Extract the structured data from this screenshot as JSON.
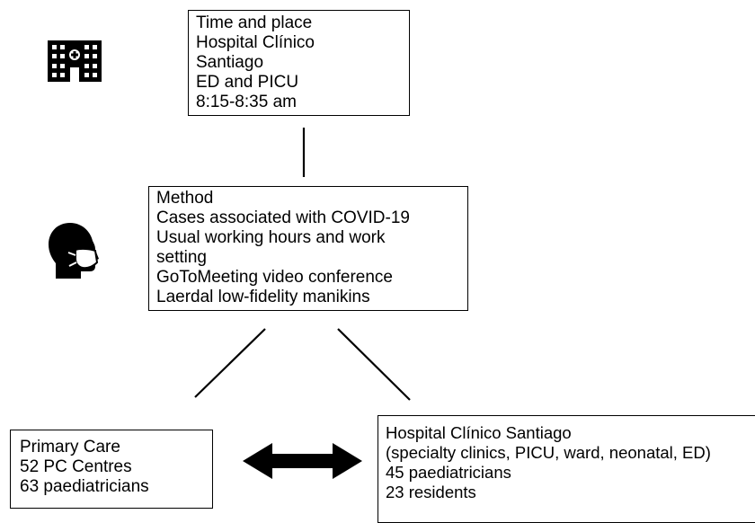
{
  "boxes": {
    "time_place": {
      "lines": [
        "Time and place",
        "Hospital Clínico",
        "Santiago",
        "ED and PICU",
        "8:15-8:35 am"
      ]
    },
    "method": {
      "lines": [
        "Method",
        "Cases associated with COVID-19",
        "Usual working hours and work",
        "setting",
        "GoToMeeting video conference",
        "Laerdal low-fidelity manikins"
      ]
    },
    "primary_care": {
      "lines": [
        "Primary Care",
        "52 PC Centres",
        "63 paediatricians"
      ]
    },
    "hospital": {
      "lines": [
        "Hospital Clínico Santiago",
        "(specialty clinics, PICU, ward, neonatal, ED)",
        "45 paediatricians",
        "23 residents"
      ]
    }
  },
  "icons": {
    "building": "hospital-building-icon",
    "person": "masked-person-icon",
    "arrow": "double-headed-arrow-icon"
  },
  "colors": {
    "ink": "#000000",
    "background": "#ffffff"
  }
}
